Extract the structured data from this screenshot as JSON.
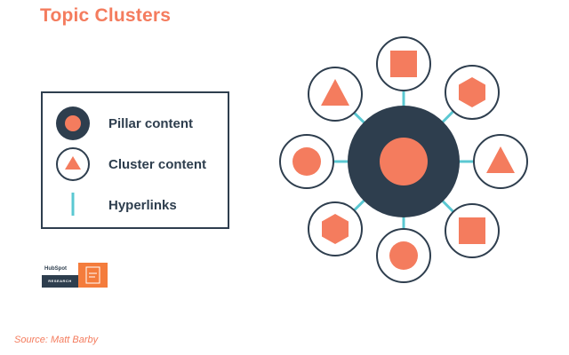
{
  "title": "Topic Clusters",
  "legend": {
    "items": [
      {
        "label": "Pillar content",
        "icon": "pillar-icon"
      },
      {
        "label": "Cluster content",
        "icon": "cluster-icon"
      },
      {
        "label": "Hyperlinks",
        "icon": "hyperlink-icon"
      }
    ]
  },
  "logo": {
    "brand": "HubSpot",
    "subtitle": "RESEARCH"
  },
  "source": "Source: Matt Barby",
  "colors": {
    "accent": "#f47c5e",
    "navy": "#2e3e4e",
    "link": "#5bc8d2",
    "logo_orange": "#f47c3c"
  },
  "diagram": {
    "pillar_shape": "circle",
    "cluster_shapes": [
      "square",
      "hexagon",
      "triangle",
      "square",
      "circle",
      "hexagon",
      "circle",
      "triangle"
    ]
  }
}
